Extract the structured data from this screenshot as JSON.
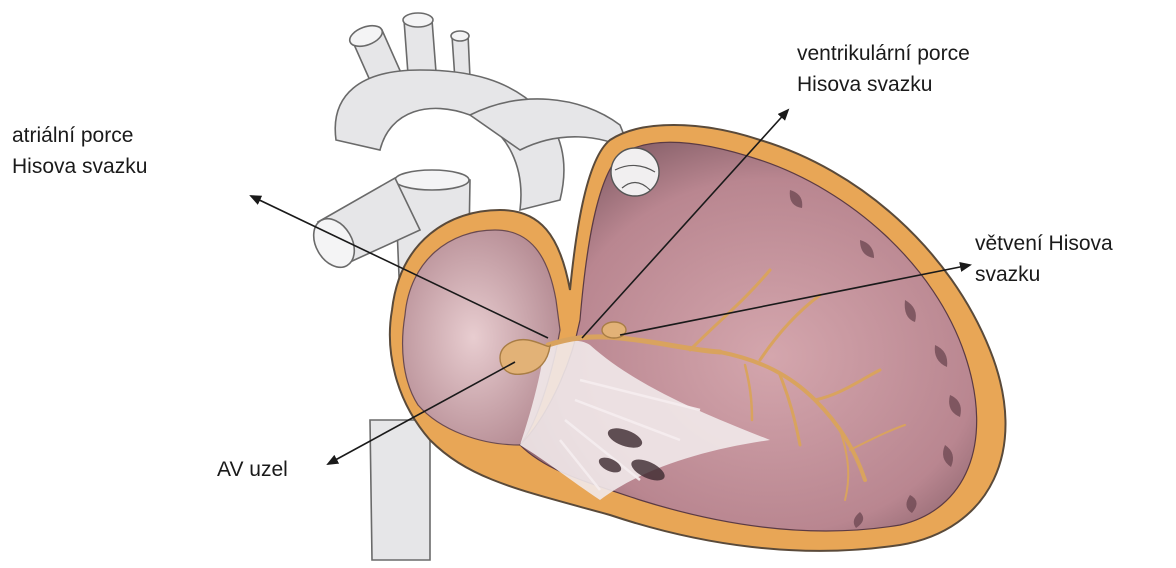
{
  "labels": {
    "atrial_portion": {
      "line1": "atriální porce",
      "line2": "Hisova svazku"
    },
    "ventricular_portion": {
      "line1": "ventrikulární porce",
      "line2": "Hisova svazku"
    },
    "bundle_branching": {
      "line1": "větvení Hisova",
      "line2": "svazku"
    },
    "av_node": {
      "line1": "AV uzel"
    }
  },
  "colors": {
    "myocardium_outline": "#e8a656",
    "cavity": "#c9909a",
    "cavity_dark": "#8f5f6a",
    "vessel": "#e6e6e8",
    "vessel_stroke": "#6a6a6a",
    "conduction": "#e2b277",
    "valve_tissue": "#f1e9ea",
    "arrow": "#1a1a1a"
  }
}
